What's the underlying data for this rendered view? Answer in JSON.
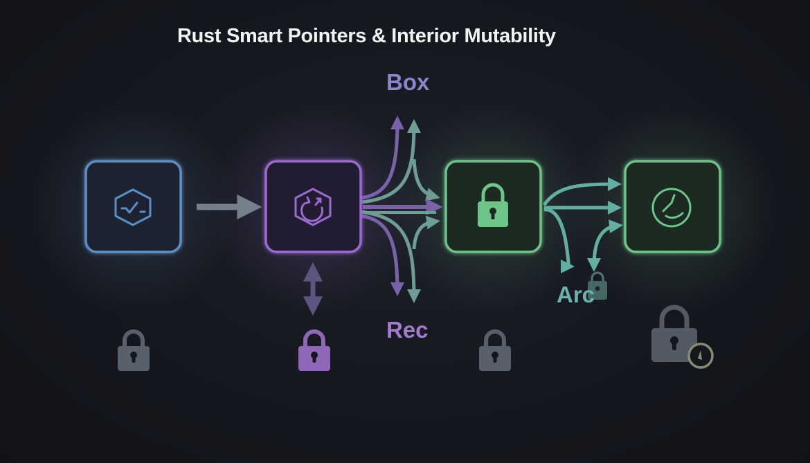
{
  "title": "Rust Smart Pointers & Interior Mutability",
  "labels": {
    "box": "Box",
    "rec": "Rec",
    "arc": "Arc"
  },
  "colors": {
    "background": "#15171e",
    "title": "#f2f3f5",
    "blue": "#5e8fc2",
    "purple": "#9b6bd0",
    "green": "#6fc48a",
    "teal": "#63aea3",
    "box_label": "#8b86c9",
    "rec_label": "#a17bd0",
    "arc_label": "#70b0ad",
    "lock_gray": "#58606c",
    "lock_purple": "#8f67b8"
  },
  "icons": {
    "node_1": "hexagon-check-icon",
    "node_2": "hexagon-refresh-icon",
    "node_3": "padlock-icon",
    "node_4": "clock-icon"
  }
}
